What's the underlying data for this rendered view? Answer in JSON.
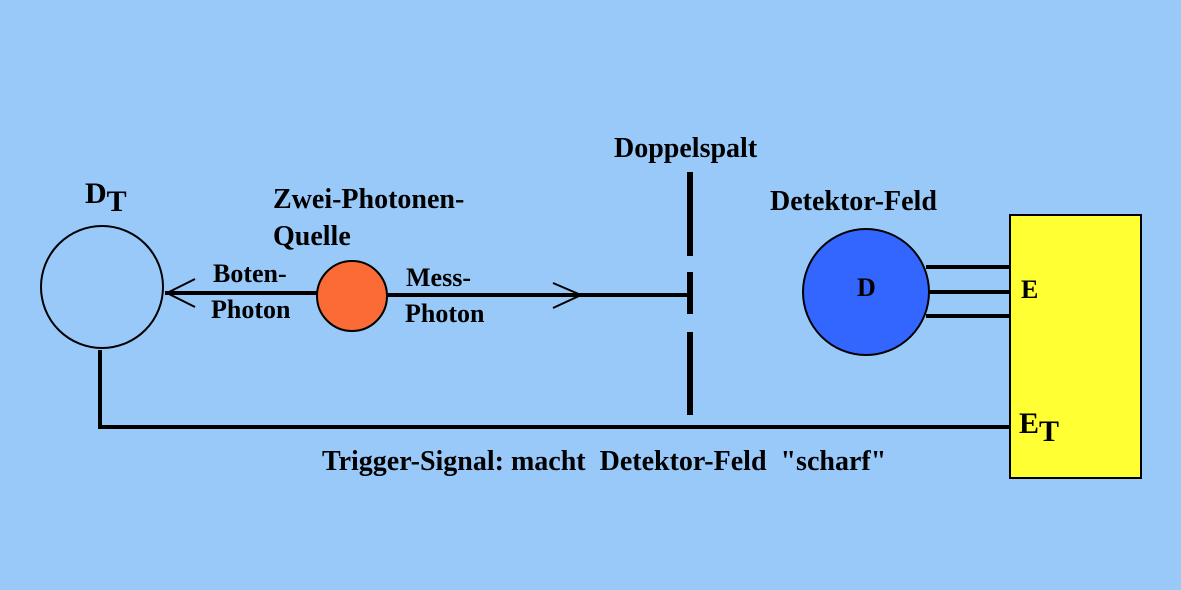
{
  "colors": {
    "background": "#99c9f9",
    "source_fill": "#fa6b36",
    "detector_fill": "#3366ff",
    "electronics_fill": "#ffff33",
    "line": "#000000"
  },
  "labels": {
    "trigger_detector_main": "D",
    "trigger_detector_sub": "T",
    "source_title_line1": "Zwei-Photonen-",
    "source_title_line2": "Quelle",
    "messenger_line1": "Boten-",
    "messenger_line2": "Photon",
    "measure_line1": "Mess-",
    "measure_line2": "Photon",
    "double_slit": "Doppelspalt",
    "detector_field": "Detektor-Feld",
    "detector": "D",
    "electronics_input": "E",
    "electronics_trigger_main": "E",
    "electronics_trigger_sub": "T",
    "trigger_signal": "Trigger-Signal: macht  Detektor-Feld  \"scharf\""
  }
}
